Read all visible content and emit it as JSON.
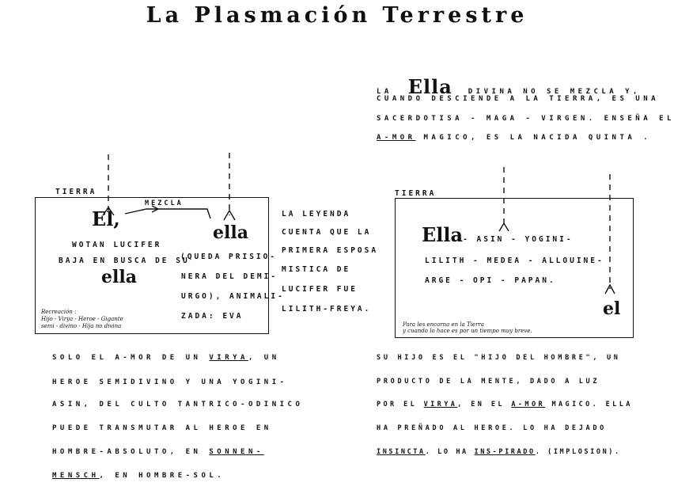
{
  "title": "La Plasmación Terrestre",
  "intro": {
    "line1_pre": "LA",
    "line1_word": "Ella",
    "line1_post": "DIVINA  NO SE MEZCLA Y,",
    "line2": "CUANDO DESCIENDE A LA TIERRA, ES UNA",
    "line3": "SACERDOTISA - MAGA - VIRGEN. ENSEÑA EL",
    "line4_amor": "A-MOR",
    "line4_rest": "MAGICO, ES LA NACIDA QUINTA ."
  },
  "left_box": {
    "tierra": "TIERRA",
    "mezcla": "MEZCLA",
    "el_word": "El,",
    "ella_word": "ella",
    "wotan": "WOTAN LUCIFER",
    "baja": "BAJA EN BUSCA DE SU",
    "ella_center": "ella",
    "queda1": "(QUEDA PRISIO-",
    "queda2": "NERA DEL DEMI-",
    "queda3": "URGO), ANIMALI-",
    "queda4": "ZADA: EVA",
    "note1": "Recreación :",
    "note2": "Hijo - Virya - Heroe - Gigante",
    "note3": "semi - divino - Hija no divina"
  },
  "middle": {
    "l1": "LA LEYENDA",
    "l2": "CUENTA QUE LA",
    "l3": "PRIMERA ESPOSA",
    "l4": "MISTICA DE",
    "l5": "LUCIFER FUE",
    "l6": "LILITH-FREYA."
  },
  "right_box": {
    "tierra": "TIERRA",
    "ella_word": "Ella",
    "line1": "- ASIN - YOGINI-",
    "line2": "LILITH - MEDEA - ALLOUINE-",
    "line3": "ARGE - OPI - PAPAN.",
    "el_word": "el",
    "note1": "Para  les  encarna  en  la  Tierra",
    "note2": "y cuando  lo hace  es por un tiempo  muy breve."
  },
  "bottom_left": {
    "l1_a": "SOLO EL A-MOR DE UN",
    "l1_virya": "VIRYA",
    "l1_b": ", UN",
    "l2": "HEROE SEMIDIVINO Y UNA YOGINI-",
    "l3": "ASIN, DEL CULTO TANTRICO-ODINICO",
    "l4": "PUEDE TRANSMUTAR AL HEROE EN",
    "l5_a": "HOMBRE-ABSOLUTO, EN",
    "l5_sonnen": "SONNEN-",
    "l6_mensch": "MENSCH",
    "l6_b": ", EN HOMBRE-SOL."
  },
  "bottom_right": {
    "l1": "SU HIJO  ES EL \"HIJO DEL HOMBRE\", UN",
    "l2": "PRODUCTO  DE LA MENTE, DADO A LUZ",
    "l3_a": "POR EL",
    "l3_virya": "VIRYA",
    "l3_b": ", EN EL",
    "l3_amor": "A-MOR",
    "l3_c": "MAGICO. ELLA",
    "l4": "HA PREÑADO AL HEROE. LO HA DEJADO",
    "l5_insincta": "INSINCTA",
    "l5_b": ". LO HA",
    "l5_inspirado": "INS-PIRADO",
    "l5_c": ". (IMPLOSION)."
  }
}
